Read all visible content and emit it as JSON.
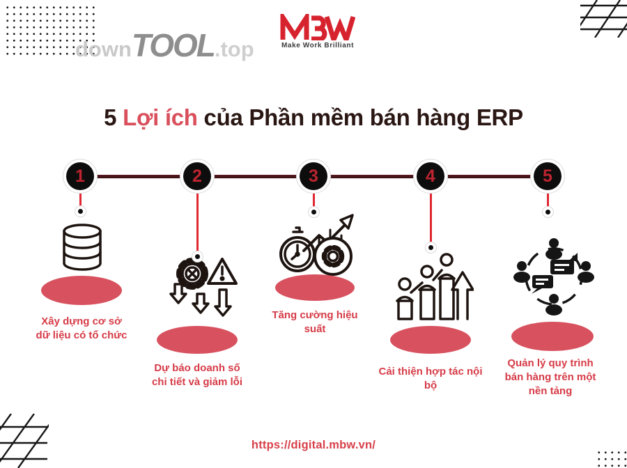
{
  "colors": {
    "accent_red": "#e02732",
    "number_red": "#bd2430",
    "podium_crimson": "#d8515f",
    "caption_red": "#d63b47",
    "title_dark": "#2a1714",
    "title_highlight": "#d94f5c",
    "timeline_maroon": "#471519",
    "logo_red": "#d6232e",
    "watermark_gray": "#8e8e8e"
  },
  "header": {
    "watermark": {
      "down": "down",
      "tool": "TOOL",
      "top": ".top"
    },
    "brand": {
      "name": "MBW",
      "tagline": "Make Work Brilliant"
    }
  },
  "title": {
    "number": "5",
    "highlight": "Lợi ích",
    "rest": "của Phần mềm bán hàng ERP"
  },
  "timeline": {
    "items": [
      {
        "number": "1",
        "icon": "database-icon",
        "label": "Xây dựng cơ sở\ndữ liệu có tổ chức"
      },
      {
        "number": "2",
        "icon": "forecast-error-reduction-icon",
        "label": "Dự báo doanh số\nchi tiết và giảm lỗi"
      },
      {
        "number": "3",
        "icon": "performance-boost-icon",
        "label": "Tăng cường hiệu\nsuất"
      },
      {
        "number": "4",
        "icon": "team-collaboration-icon",
        "label": "Cải thiện hợp tác nội\nbộ"
      },
      {
        "number": "5",
        "icon": "platform-network-icon",
        "label": "Quản lý quy trình\nbán hàng trên một\nnền tảng"
      }
    ]
  },
  "footer": {
    "url": "https://digital.mbw.vn/"
  }
}
